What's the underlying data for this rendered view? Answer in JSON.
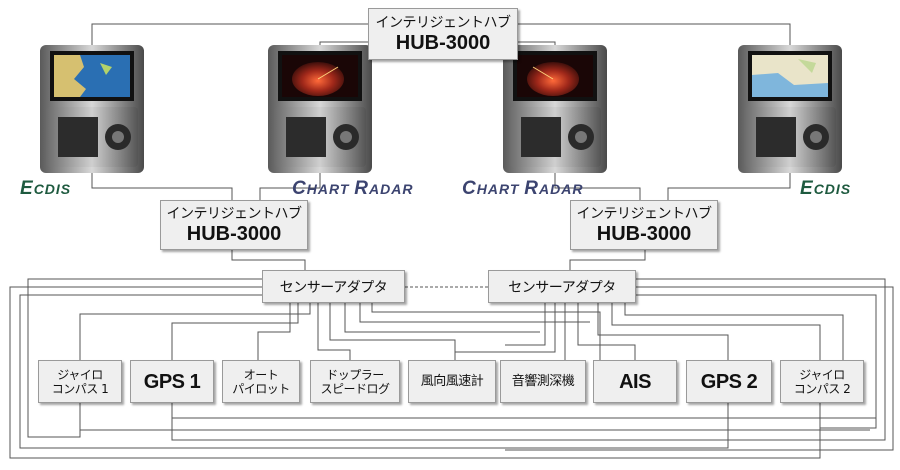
{
  "main_hub": {
    "line1": "インテリジェントハブ",
    "line2": "HUB-3000"
  },
  "left_hub": {
    "line1": "インテリジェントハブ",
    "line2": "HUB-3000"
  },
  "right_hub": {
    "line1": "インテリジェントハブ",
    "line2": "HUB-3000"
  },
  "left_adapter": "センサーアダプタ",
  "right_adapter": "センサーアダプタ",
  "consoles": [
    {
      "caption_initial": "E",
      "caption_rest": "CDIS",
      "screen": "chart"
    },
    {
      "caption_initial": "C",
      "caption_rest": "HART ",
      "caption_initial2": "R",
      "caption_rest2": "ADAR",
      "screen": "radar"
    },
    {
      "caption_initial": "C",
      "caption_rest": "HART ",
      "caption_initial2": "R",
      "caption_rest2": "ADAR",
      "screen": "radar"
    },
    {
      "caption_initial": "E",
      "caption_rest": "CDIS",
      "screen": "chart"
    }
  ],
  "devices": [
    {
      "lines": [
        "ジャイロ",
        "コンパス 1"
      ]
    },
    {
      "lines": [
        "GPS 1"
      ]
    },
    {
      "lines": [
        "オート",
        "パイロット"
      ]
    },
    {
      "lines": [
        "ドップラー",
        "スピードログ"
      ]
    },
    {
      "lines": [
        "風向風速計"
      ]
    },
    {
      "lines": [
        "音響測深機"
      ]
    },
    {
      "lines": [
        "AIS"
      ]
    },
    {
      "lines": [
        "GPS 2"
      ]
    },
    {
      "lines": [
        "ジャイロ",
        "コンパス 2"
      ]
    }
  ],
  "colors": {
    "ecdis_caption": "#1e5a3f",
    "radar_caption": "#3c4470",
    "wire": "#555555",
    "box_fill": "#efefef"
  }
}
